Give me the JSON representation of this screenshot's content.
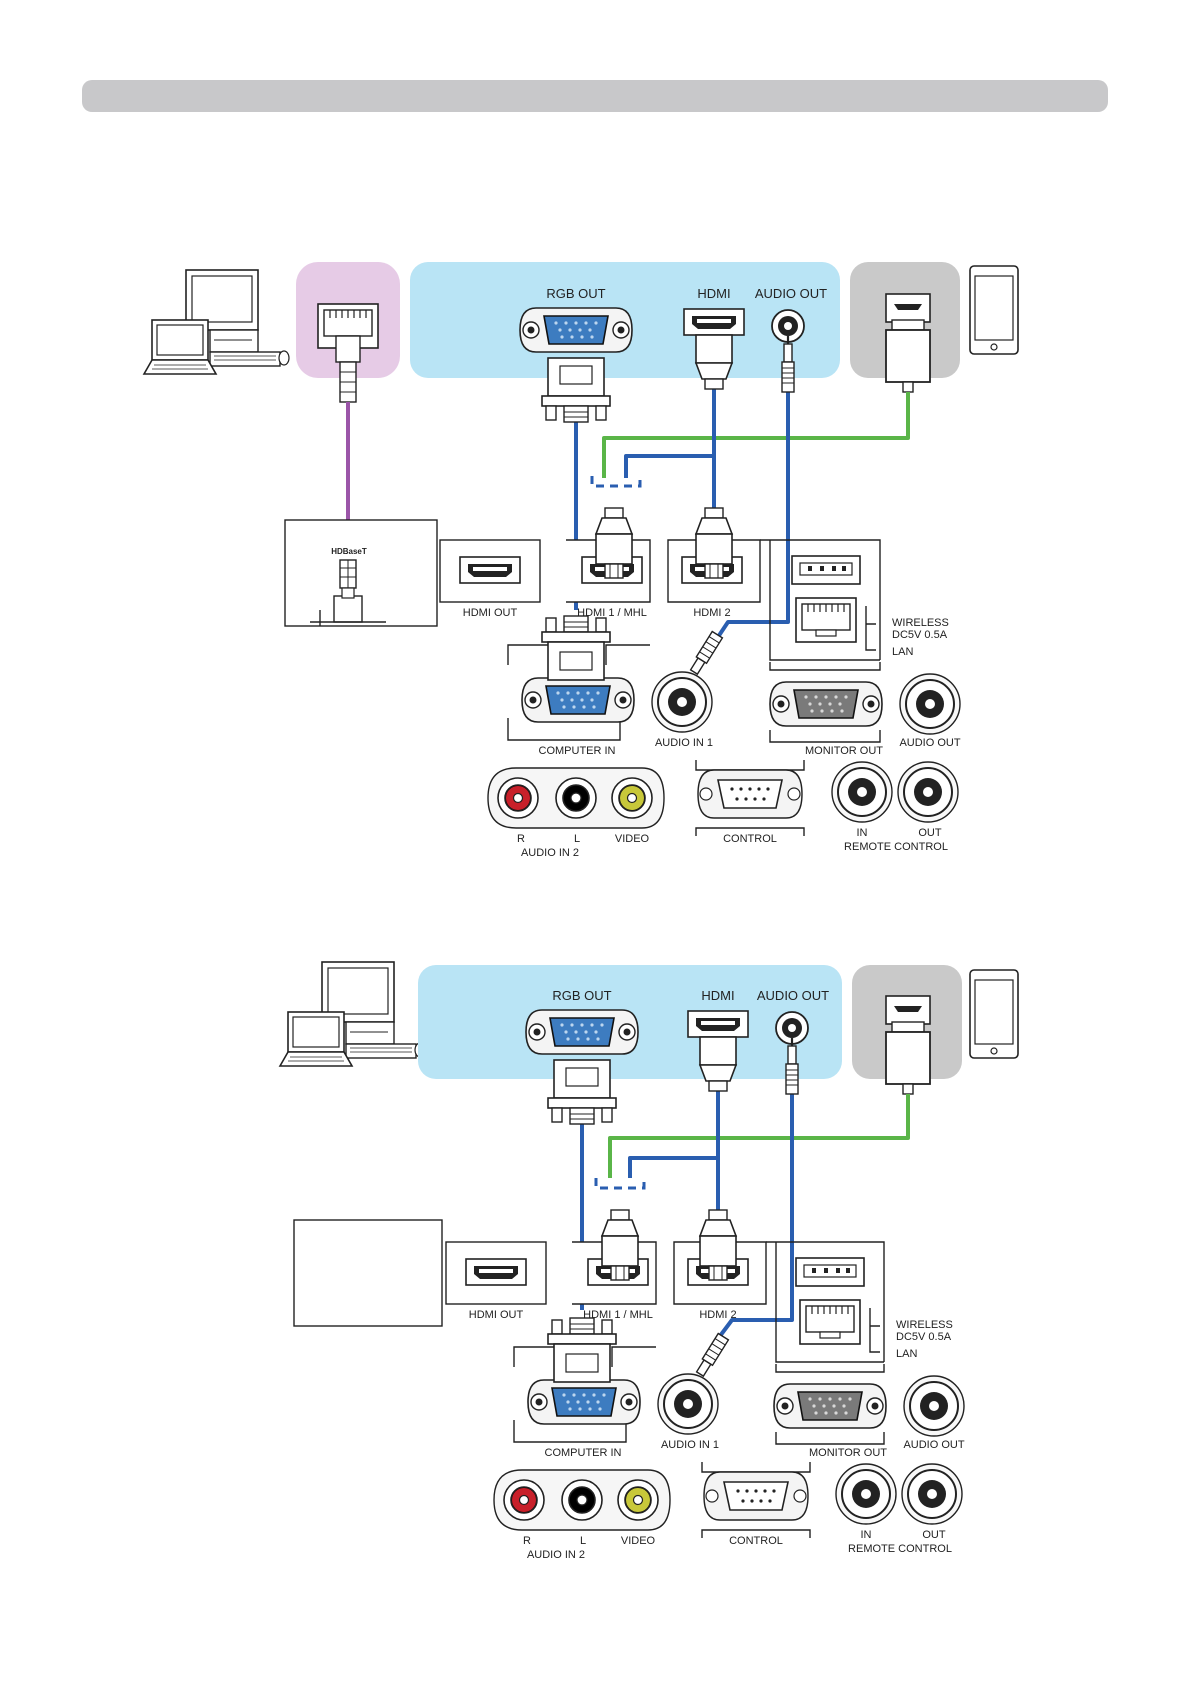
{
  "source": {
    "rgb_out": "RGB OUT",
    "hdmi": "HDMI",
    "audio_out": "AUDIO OUT"
  },
  "hdbaset": {
    "label": "HDBaseT"
  },
  "projector": {
    "hdmi_out": "HDMI OUT",
    "hdmi1_mhl": "HDMI 1 / MHL",
    "hdmi2": "HDMI 2",
    "wireless": "WIRELESS",
    "wireless_power": "DC5V 0.5A",
    "lan": "LAN",
    "computer_in": "COMPUTER IN",
    "audio_in1": "AUDIO IN 1",
    "monitor_out": "MONITOR OUT",
    "audio_out": "AUDIO OUT",
    "audio_r": "R",
    "audio_l": "L",
    "video": "VIDEO",
    "audio_in2": "AUDIO IN 2",
    "control": "CONTROL",
    "remote_in": "IN",
    "remote_out": "OUT",
    "remote_control": "REMOTE CONTROL"
  },
  "colors": {
    "source_panel": "#b9e4f5",
    "hdbaset_panel": "#e6cbe6",
    "mobile_panel": "#c9c9c9",
    "vga_cable": "#2a5eb0",
    "mhl_cable": "#5ab548",
    "lan_cable": "#9b55a8",
    "audio_red": "#c8202a",
    "audio_white": "#ffffff",
    "video_yellow": "#c8c83a"
  }
}
